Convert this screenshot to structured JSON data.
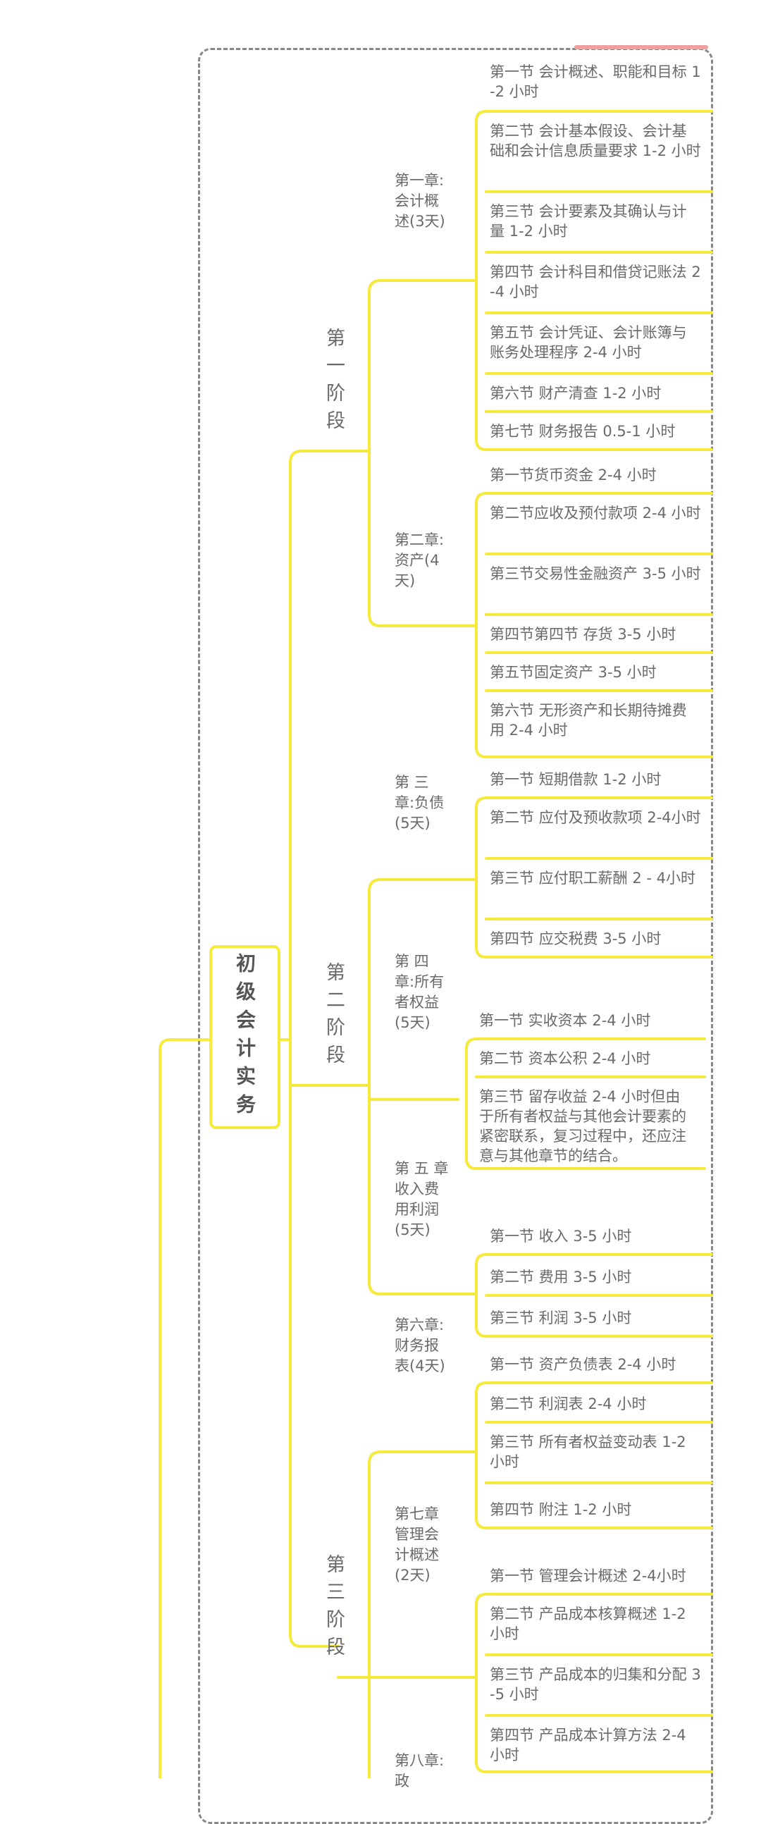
{
  "root": {
    "label": "初级会计实务"
  },
  "stages": [
    {
      "label": "第一阶段"
    },
    {
      "label": "第二阶段"
    },
    {
      "label": "第三阶段"
    }
  ],
  "chapters": [
    {
      "label": "第一章:会计概述(3天)"
    },
    {
      "label": "第二章:资产(4天)"
    },
    {
      "label": "第 三 章:负债 (5天)"
    },
    {
      "label": "第 四 章:所有者权益(5天)"
    },
    {
      "label": "第 五 章收入费用利润 (5天)"
    },
    {
      "label": "第六章:财务报表(4天)"
    },
    {
      "label": "第七章管理会计概述(2天)"
    },
    {
      "label": "第八章:政"
    }
  ],
  "sections": [
    {
      "label": "第一节 会计概述、职能和目标 1-2 小时"
    },
    {
      "label": "第二节 会计基本假设、会计基 础和会计信息质量要求 1-2 小时"
    },
    {
      "label": "第三节 会计要素及其确认与计量 1-2 小时"
    },
    {
      "label": "第四节 会计科目和借贷记账法 2-4 小时"
    },
    {
      "label": "第五节 会计凭证、会计账簿与账务处理程序 2-4 小时"
    },
    {
      "label": "第六节 财产清查 1-2 小时"
    },
    {
      "label": "第七节 财务报告 0.5-1 小时"
    },
    {
      "label": "第一节货币资金 2-4 小时"
    },
    {
      "label": "第二节应收及预付款项 2-4 小时"
    },
    {
      "label": "第三节交易性金融资产 3-5 小时"
    },
    {
      "label": "第四节第四节 存货 3-5 小时"
    },
    {
      "label": "第五节固定资产 3-5 小时"
    },
    {
      "label": "第六节 无形资产和长期待摊费用 2-4 小时"
    },
    {
      "label": "第一节 短期借款 1-2 小时"
    },
    {
      "label": "第二节 应付及预收款项 2-4小时"
    },
    {
      "label": "第三节  应付职工薪酬 2 - 4小时"
    },
    {
      "label": "第四节 应交税费 3-5 小时"
    },
    {
      "label": "第一节 实收资本 2-4 小时"
    },
    {
      "label": "第二节 资本公积 2-4 小时"
    },
    {
      "label": "第三节 留存收益 2-4 小时但由于所有者权益与其他会计要素的紧密联系，复习过程中，还应注意与其他章节的结合。"
    },
    {
      "label": "第一节 收入 3-5 小时"
    },
    {
      "label": "第二节 费用 3-5 小时"
    },
    {
      "label": "第三节 利润 3-5 小时"
    },
    {
      "label": "第一节 资产负债表 2-4 小时"
    },
    {
      "label": "第二节 利润表 2-4 小时"
    },
    {
      "label": "第三节 所有者权益变动表 1-2 小时"
    },
    {
      "label": "第四节 附注 1-2 小时"
    },
    {
      "label": "第一节 管理会计概述 2-4小时"
    },
    {
      "label": "第二节 产品成本核算概述 1-2 小时"
    },
    {
      "label": "第三节 产品成本的归集和分配 3-5 小时"
    },
    {
      "label": "第四节 产品成本计算方法 2-4 小时"
    }
  ],
  "colors": {
    "line": "#f6ea3c",
    "frame": "#888888",
    "text": "#6a6a6a"
  }
}
